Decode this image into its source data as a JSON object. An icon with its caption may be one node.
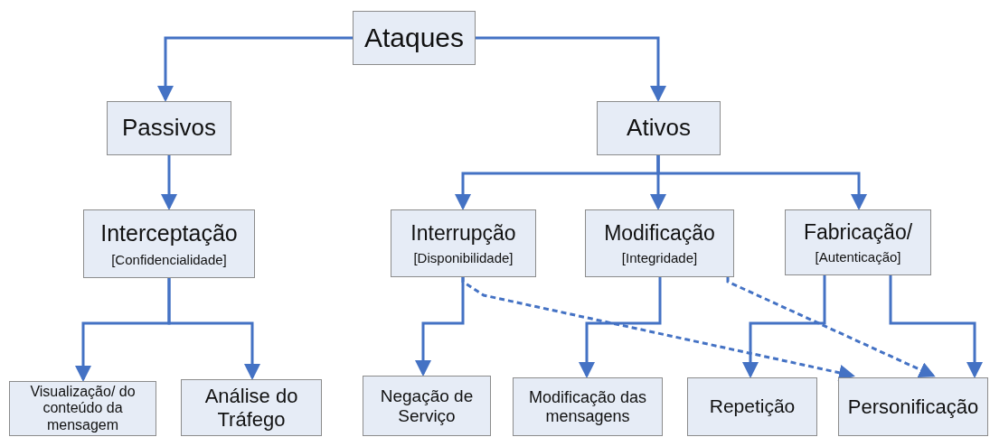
{
  "diagram": {
    "nodes": [
      {
        "text": [
          "Ataques"
        ]
      },
      {
        "text": [
          "Passivos"
        ]
      },
      {
        "text": [
          "Ativos"
        ]
      },
      {
        "text": [
          "Interceptação",
          "[Confidencialidade]"
        ]
      },
      {
        "text": [
          "Interrupção",
          "[Disponibilidade]"
        ]
      },
      {
        "text": [
          "Modificação",
          "[Integridade]"
        ]
      },
      {
        "text": [
          "Fabricação/",
          "[Autenticação]"
        ]
      },
      {
        "text": [
          "Visualização/ do conteúdo da mensagem"
        ]
      },
      {
        "text": [
          "Análise do Tráfego"
        ]
      },
      {
        "text": [
          "Negação de Serviço"
        ]
      },
      {
        "text": [
          "Modificação das mensagens"
        ]
      },
      {
        "text": [
          "Repetição"
        ]
      },
      {
        "text": [
          "Personificação"
        ]
      }
    ],
    "edges": [
      {
        "from": 0,
        "to": 1,
        "arrow": "to"
      },
      {
        "from": 0,
        "to": 2,
        "arrow": "to"
      },
      {
        "from": 1,
        "to": 3,
        "arrow": "to"
      },
      {
        "from": 2,
        "to": 4,
        "arrow": "to"
      },
      {
        "from": 2,
        "to": 5,
        "arrow": "to"
      },
      {
        "from": 2,
        "to": 6,
        "arrow": "to"
      },
      {
        "from": 3,
        "to": 7,
        "arrow": "to"
      },
      {
        "from": 3,
        "to": 8,
        "arrow": "to"
      },
      {
        "from": 4,
        "to": 9,
        "arrow": "to"
      },
      {
        "from": 5,
        "to": 10,
        "arrow": "to"
      },
      {
        "from": 6,
        "to": 11,
        "arrow": "to"
      },
      {
        "from": 6,
        "to": 12,
        "arrow": "to"
      },
      {
        "from": 4,
        "to": 12,
        "arrow": "to",
        "style": "dashed"
      },
      {
        "from": 5,
        "to": 12,
        "arrow": "to",
        "style": "dashed"
      }
    ]
  }
}
